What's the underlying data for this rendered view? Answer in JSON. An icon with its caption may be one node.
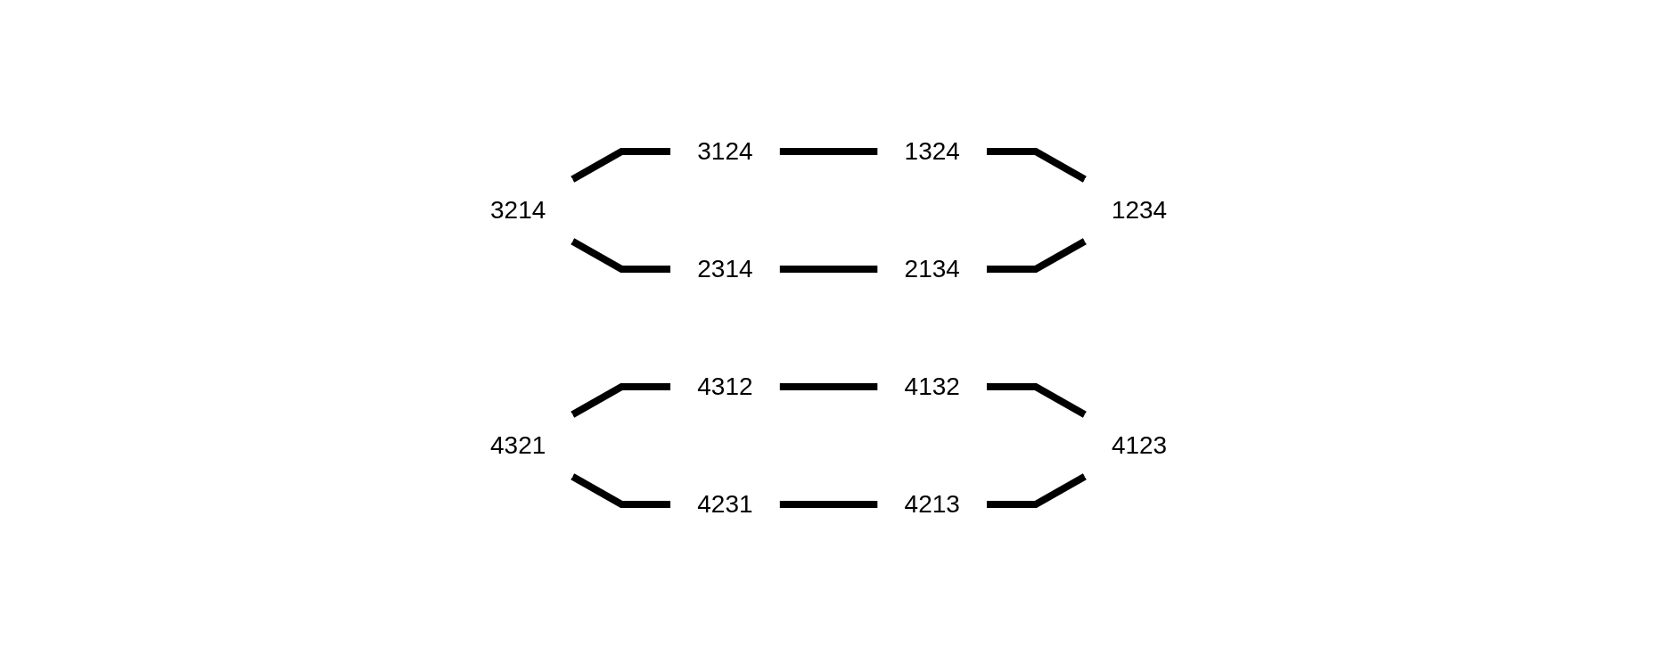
{
  "diagram": {
    "nodes": [
      {
        "text": [
          "3214"
        ]
      },
      {
        "text": [
          "3124"
        ]
      },
      {
        "text": [
          "4321"
        ]
      },
      {
        "text": [
          "4312"
        ]
      },
      {
        "text": [
          "2314"
        ]
      },
      {
        "text": [
          "1324"
        ]
      },
      {
        "text": [
          "4231"
        ]
      },
      {
        "text": [
          "4132"
        ]
      },
      {
        "text": [
          "2134"
        ]
      },
      {
        "text": [
          "1234"
        ]
      },
      {
        "text": [
          "4213"
        ]
      },
      {
        "text": [
          "4123"
        ]
      }
    ],
    "edges": [
      {
        "from": 0,
        "to": 1,
        "arrow": "none"
      },
      {
        "from": 1,
        "to": 5,
        "arrow": "none"
      },
      {
        "from": 5,
        "to": 9,
        "arrow": "none"
      },
      {
        "from": 8,
        "to": 9,
        "arrow": "none"
      },
      {
        "from": 4,
        "to": 8,
        "arrow": "none"
      },
      {
        "from": 0,
        "to": 4,
        "arrow": "none"
      },
      {
        "from": 2,
        "to": 3,
        "arrow": "none"
      },
      {
        "from": 3,
        "to": 7,
        "arrow": "none"
      },
      {
        "from": 7,
        "to": 11,
        "arrow": "none"
      },
      {
        "from": 10,
        "to": 11,
        "arrow": "none"
      },
      {
        "from": 6,
        "to": 10,
        "arrow": "none"
      },
      {
        "from": 2,
        "to": 6,
        "arrow": "none"
      }
    ]
  }
}
